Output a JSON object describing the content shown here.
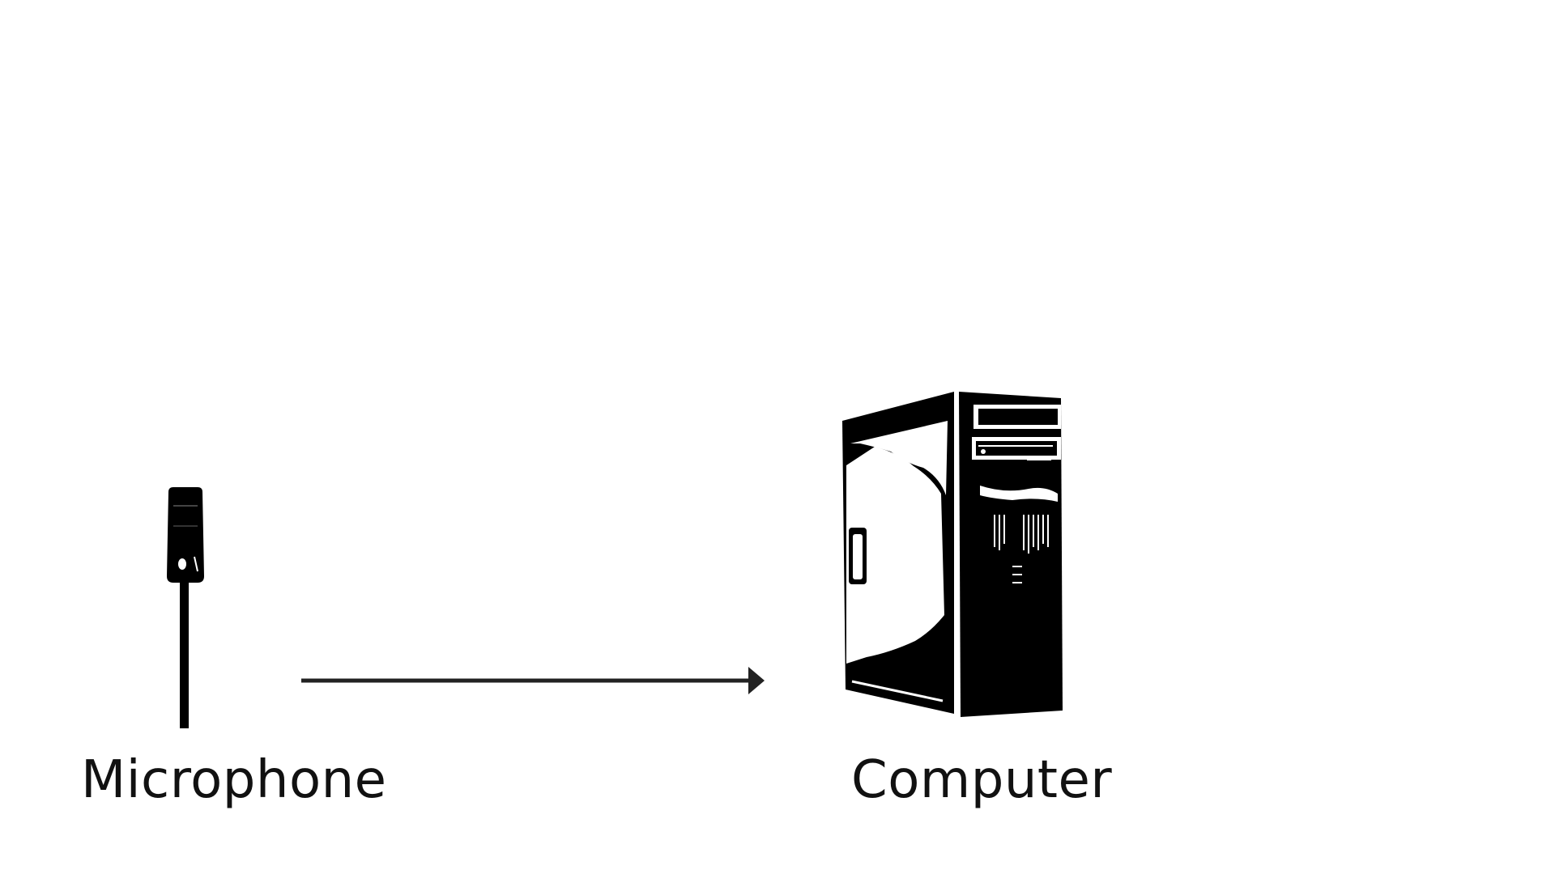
{
  "diagram": {
    "nodes": [
      {
        "id": "microphone",
        "label": "Microphone",
        "icon": "microphone-icon"
      },
      {
        "id": "computer",
        "label": "Computer",
        "icon": "computer-tower-icon"
      }
    ],
    "edges": [
      {
        "from": "microphone",
        "to": "computer",
        "style": "arrow"
      }
    ],
    "colors": {
      "ink": "#000000",
      "arrow": "#222222",
      "background": "#ffffff"
    }
  }
}
